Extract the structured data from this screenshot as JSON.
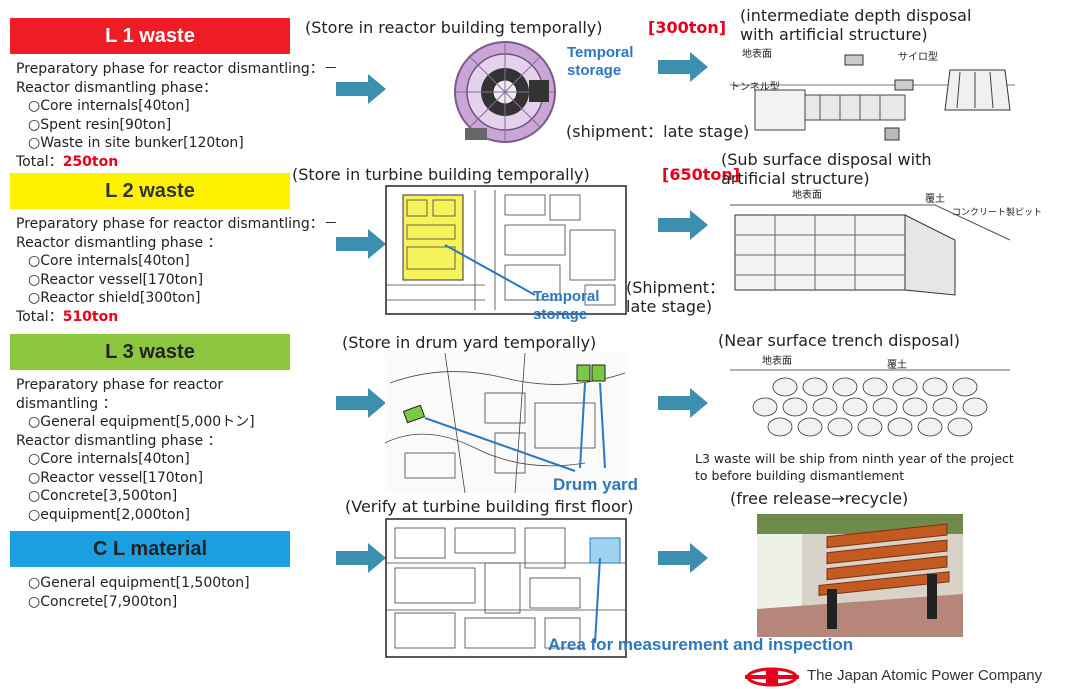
{
  "rows": {
    "l1": {
      "category": "L 1 waste",
      "color": "#ee1c25",
      "lines": [
        "Preparatory phase for reactor dismantling：－",
        "Reactor dismantling phase：",
        "○Core internals[40ton]",
        "○Spent resin[90ton]",
        "○Waste in site bunker[120ton]"
      ],
      "total_label": "Total：",
      "total_value": "250ton",
      "storage_caption": "(Store in reactor building temporally)",
      "tonnage": "[300ton]",
      "storage_label": "Temporal storage",
      "shipment": "(shipment：late stage)",
      "disposal": "(intermediate depth disposal with artificial structure)",
      "disposal_jp_1": "地表面",
      "disposal_jp_2": "サイロ型",
      "disposal_jp_3": "トンネル型"
    },
    "l2": {
      "category": "L 2 waste",
      "color": "#fff200",
      "lines": [
        "Preparatory phase for reactor dismantling：－",
        "Reactor dismantling phase ：",
        "○Core internals[40ton]",
        "○Reactor vessel[170ton]",
        "○Reactor shield[300ton]"
      ],
      "total_label": "Total：",
      "total_value": "510ton",
      "storage_caption": "(Store in turbine building temporally)",
      "tonnage": "[650ton]",
      "storage_label": "Temporal storage",
      "shipment": "(Shipment：late stage)",
      "disposal": "(Sub surface disposal with artificial structure)",
      "disposal_jp_1": "地表面",
      "disposal_jp_2": "覆土",
      "disposal_jp_3": "コンクリート製ピット"
    },
    "l3": {
      "category": "L 3 waste",
      "color": "#8cc63f",
      "lines": [
        "Preparatory phase for reactor",
        "dismantling ：",
        "○General equipment[5,000トン]",
        "Reactor dismantling phase ：",
        "○Core internals[40ton]",
        "○Reactor vessel[170ton]",
        "○Concrete[3,500ton]",
        "○equipment[2,000ton]"
      ],
      "storage_caption": "(Store in drum yard temporally)",
      "storage_label": "Drum yard",
      "disposal": "(Near surface trench disposal)",
      "disposal_jp_1": "地表面",
      "disposal_jp_2": "覆土",
      "note": "L3 waste will be ship from ninth year of the project to before building dismantlement"
    },
    "cl": {
      "category": "C L material",
      "color": "#1aa0e0",
      "lines": [
        "○General equipment[1,500ton]",
        "○Concrete[7,900ton]"
      ],
      "storage_caption": "(Verify at turbine building first floor)",
      "storage_label": "Area for measurement and inspection",
      "disposal": "(free release→recycle)"
    }
  },
  "footer": {
    "company": "The Japan Atomic Power Company"
  },
  "colors": {
    "arrow": "#3d8fb0",
    "accent_blue": "#2a78c2",
    "red": "#e8001c"
  }
}
